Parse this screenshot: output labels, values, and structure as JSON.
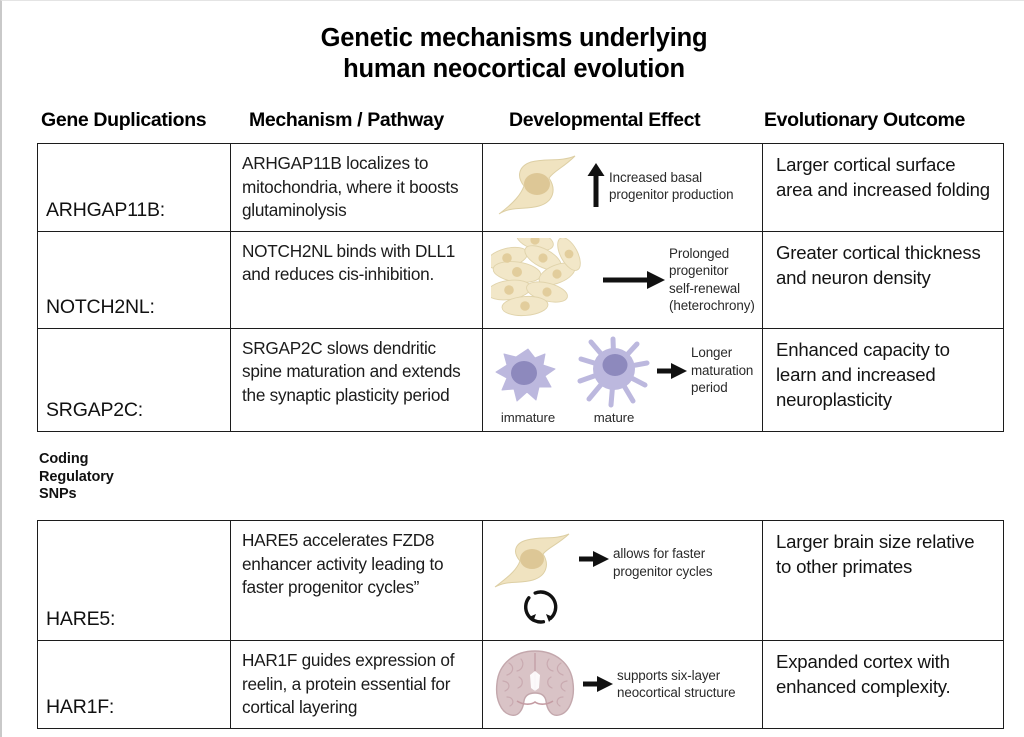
{
  "title": {
    "line1": "Genetic mechanisms underlying",
    "line2": "human neocortical evolution"
  },
  "columns": [
    {
      "key": "gene",
      "label": "Gene Duplications"
    },
    {
      "key": "mechanism",
      "label": "Mechanism / Pathway"
    },
    {
      "key": "developmental",
      "label": "Developmental Effect"
    },
    {
      "key": "outcome",
      "label": "Evolutionary Outcome"
    }
  ],
  "sections": [
    {
      "id": "gene-duplications",
      "heading_in_column_header": "Gene Duplications",
      "rows": [
        {
          "gene": "ARHGAP11B:",
          "mechanism": "ARHGAP11B localizes to mitochondria, where it boosts glutaminolysis",
          "developmental": {
            "caption": "Increased basal progenitor production",
            "art": "bipolar-progenitor-cell",
            "arrow": "arrow-up"
          },
          "outcome": "Larger cortical surface area and increased folding"
        },
        {
          "gene": "NOTCH2NL:",
          "mechanism": "NOTCH2NL binds with DLL1 and reduces cis-inhibition.",
          "developmental": {
            "caption": "Prolonged progenitor self-renewal (heterochrony)",
            "art": "progenitor-cell-cluster",
            "arrow": "arrow-right-long"
          },
          "outcome": "Greater cortical thickness and neuron density"
        },
        {
          "gene": "SRGAP2C:",
          "mechanism": "SRGAP2C slows dendritic spine maturation and extends the synaptic plasticity period",
          "developmental": {
            "caption": "Longer maturation period",
            "art": "immature-mature-neurons",
            "arrow": "arrow-right-short",
            "art_labels": [
              "immature",
              "mature"
            ]
          },
          "outcome": "Enhanced capacity to learn and increased neuroplasticity"
        }
      ]
    },
    {
      "id": "coding-regulatory-snps",
      "heading": "Coding\nRegulatory\nSNPs",
      "heading_lines": [
        "Coding",
        "Regulatory",
        "SNPs"
      ],
      "rows": [
        {
          "gene": "HARE5:",
          "mechanism": "HARE5 accelerates FZD8 enhancer activity leading to faster progenitor cycles”",
          "developmental": {
            "caption": "allows for faster progenitor cycles",
            "art": "bipolar-progenitor-cell-with-cycle",
            "arrow": "arrow-right-short"
          },
          "outcome": "Larger brain size relative to other primates"
        },
        {
          "gene": "HAR1F:",
          "mechanism": "HAR1F guides expression of reelin, a protein essential for cortical layering",
          "developmental": {
            "caption": "supports six-layer neocortical structure",
            "art": "coronal-brain-section",
            "arrow": "arrow-right-short"
          },
          "outcome": "Expanded cortex with enhanced complexity."
        }
      ]
    }
  ],
  "colors": {
    "background": "#ffffff",
    "text": "#111111",
    "border": "#1c1c1c",
    "progenitor_cell_fill": "#f0e3c0",
    "progenitor_cell_nucleus": "#ddc796",
    "neuron_fill": "#bcb8de",
    "neuron_nucleus": "#8d89bd",
    "brain_fill": "#d9c3c6",
    "brain_outline": "#c3a7ac"
  }
}
